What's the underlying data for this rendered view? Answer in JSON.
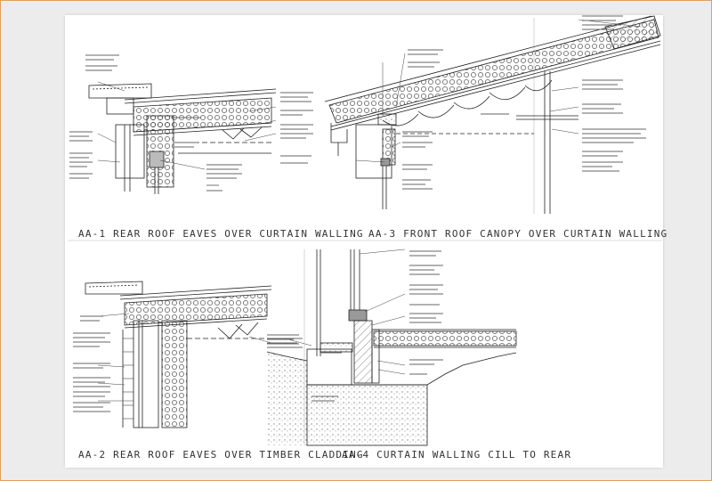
{
  "titles": {
    "aa1": "AA-1 REAR ROOF EAVES OVER CURTAIN WALLING",
    "aa3": "AA-3 FRONT ROOF CANOPY OVER CURTAIN WALLING",
    "aa2": "AA-2 REAR ROOF EAVES OVER TIMBER CLADDING",
    "aa4": "AA-4 CURTAIN WALLING CILL TO REAR"
  },
  "colors": {
    "line": "#222222",
    "frame": "#e0a060",
    "background": "#ececec"
  }
}
